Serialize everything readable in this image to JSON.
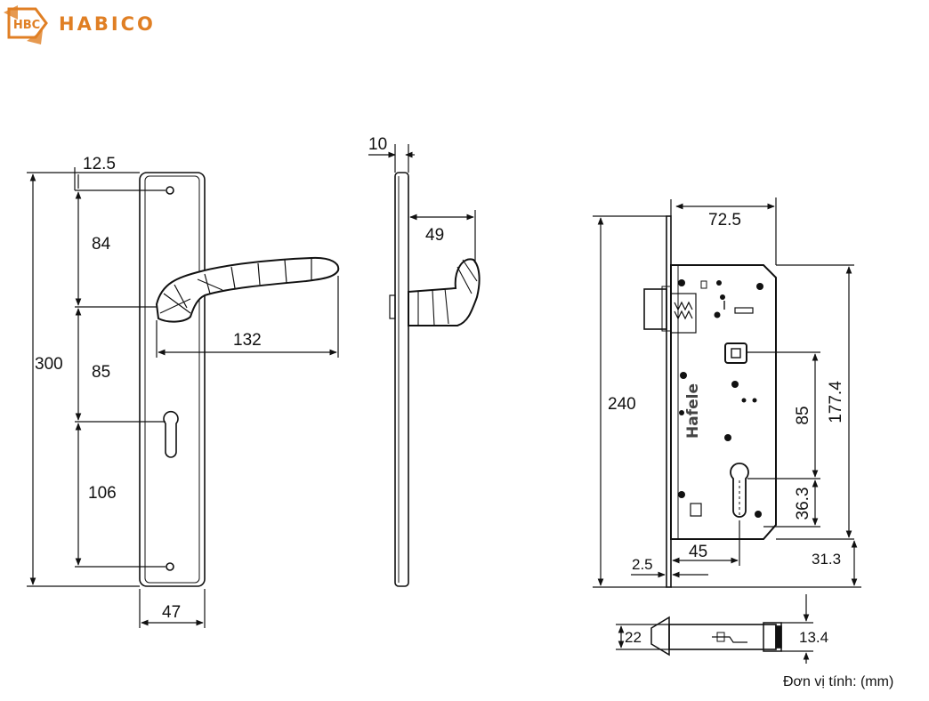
{
  "brand": {
    "logo_text": "HBC",
    "name": "HABICO",
    "color": "#e07f24"
  },
  "front_view": {
    "top_offset": "12.5",
    "upper_gap": "84",
    "total_height": "300",
    "middle_gap": "85",
    "lower_gap": "106",
    "handle_length": "132",
    "plate_width": "47"
  },
  "side_view": {
    "plate_thickness": "10",
    "handle_projection": "49"
  },
  "lock_body": {
    "engraved_label": "Hafele",
    "backset": "72.5",
    "body_height": "240",
    "handle_to_cylinder": "85",
    "total_length": "177.4",
    "cylinder_offset": "36.3",
    "bottom_offset": "31.3",
    "faceplate_thickness": "2.5",
    "cylinder_backset": "45"
  },
  "latch": {
    "height": "22",
    "thickness": "13.4"
  },
  "unit_note": "Đơn vị tính: (mm)"
}
